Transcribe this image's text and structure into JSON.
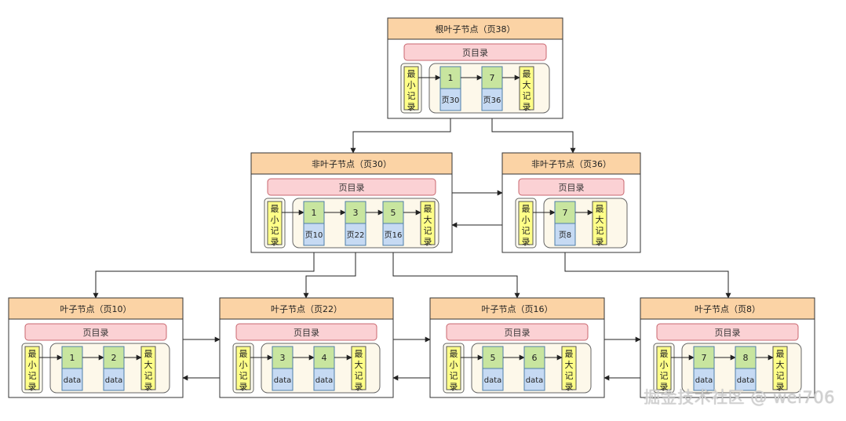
{
  "colors": {
    "header": "#fbd3a5",
    "header_border": "#333333",
    "directory": "#fbd1d4",
    "directory_border": "#c9676f",
    "record_group": "#fdf8ea",
    "key_cell": "#c8e59f",
    "ptr_cell": "#c6daf3",
    "cell_border": "#4f7ea8",
    "minmax": "#ffff88",
    "minmax_border": "#555555",
    "page_border": "#333333",
    "arrow": "#222222"
  },
  "labels": {
    "directory": "页目录",
    "min_record": "最小记录",
    "max_record": "最大记录",
    "data": "data"
  },
  "pages": [
    {
      "id": "root",
      "title": "根叶子节点（页38）",
      "records": [
        {
          "key": "1",
          "pointer": "页30"
        },
        {
          "key": "7",
          "pointer": "页36"
        }
      ]
    },
    {
      "id": "p30",
      "title": "非叶子节点（页30）",
      "records": [
        {
          "key": "1",
          "pointer": "页10"
        },
        {
          "key": "3",
          "pointer": "页22"
        },
        {
          "key": "5",
          "pointer": "页16"
        }
      ]
    },
    {
      "id": "p36",
      "title": "非叶子节点（页36）",
      "records": [
        {
          "key": "7",
          "pointer": "页8"
        }
      ]
    },
    {
      "id": "p10",
      "title": "叶子节点（页10）",
      "records": [
        {
          "key": "1",
          "pointer": "data"
        },
        {
          "key": "2",
          "pointer": "data"
        }
      ]
    },
    {
      "id": "p22",
      "title": "叶子节点（页22）",
      "records": [
        {
          "key": "3",
          "pointer": "data"
        },
        {
          "key": "4",
          "pointer": "data"
        }
      ]
    },
    {
      "id": "p16",
      "title": "叶子节点（页16）",
      "records": [
        {
          "key": "5",
          "pointer": "data"
        },
        {
          "key": "6",
          "pointer": "data"
        }
      ]
    },
    {
      "id": "p8",
      "title": "叶子节点（页8）",
      "records": [
        {
          "key": "7",
          "pointer": "data"
        },
        {
          "key": "8",
          "pointer": "data"
        }
      ]
    }
  ],
  "watermark": "掘金技术社区 @ wei706"
}
